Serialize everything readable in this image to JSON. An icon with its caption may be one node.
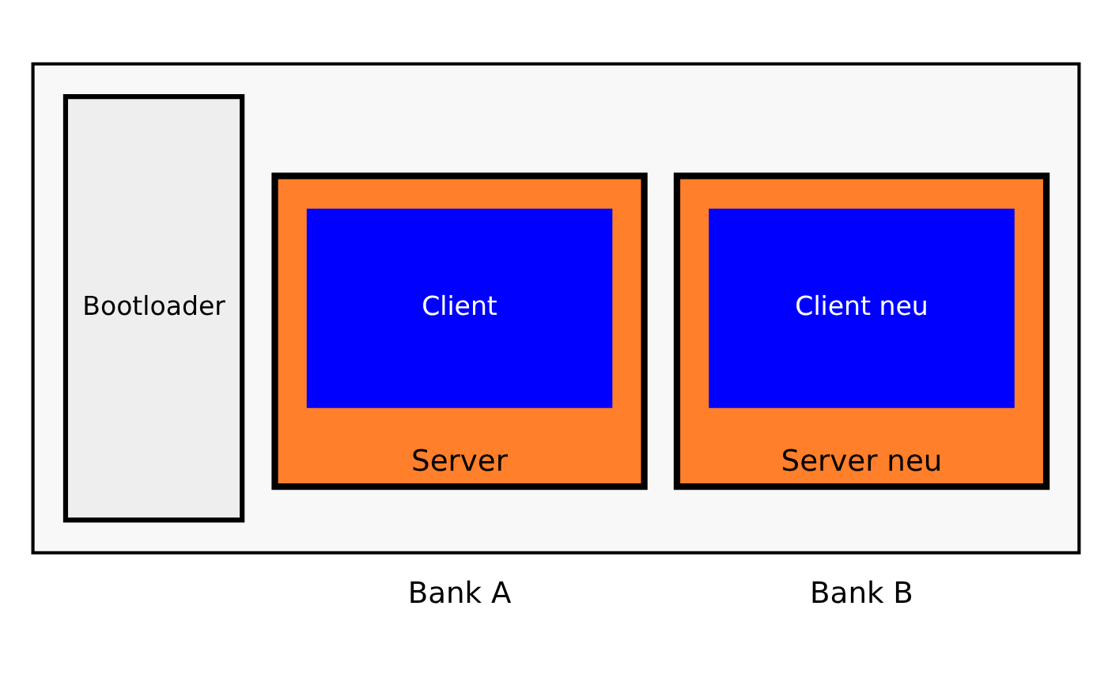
{
  "diagram": {
    "nodes": [
      {
        "text": [],
        "shape": "box"
      },
      {
        "text": [
          "Bootloader"
        ],
        "in": 0
      },
      {
        "text": [
          "Server"
        ],
        "in": 0,
        "beside": [
          "Bank A"
        ]
      },
      {
        "text": [
          "Client"
        ],
        "in": 2
      },
      {
        "text": [
          "Server neu"
        ],
        "in": 0,
        "beside": [
          "Bank B"
        ]
      },
      {
        "text": [
          "Client neu"
        ],
        "in": 4
      }
    ],
    "edges": []
  }
}
